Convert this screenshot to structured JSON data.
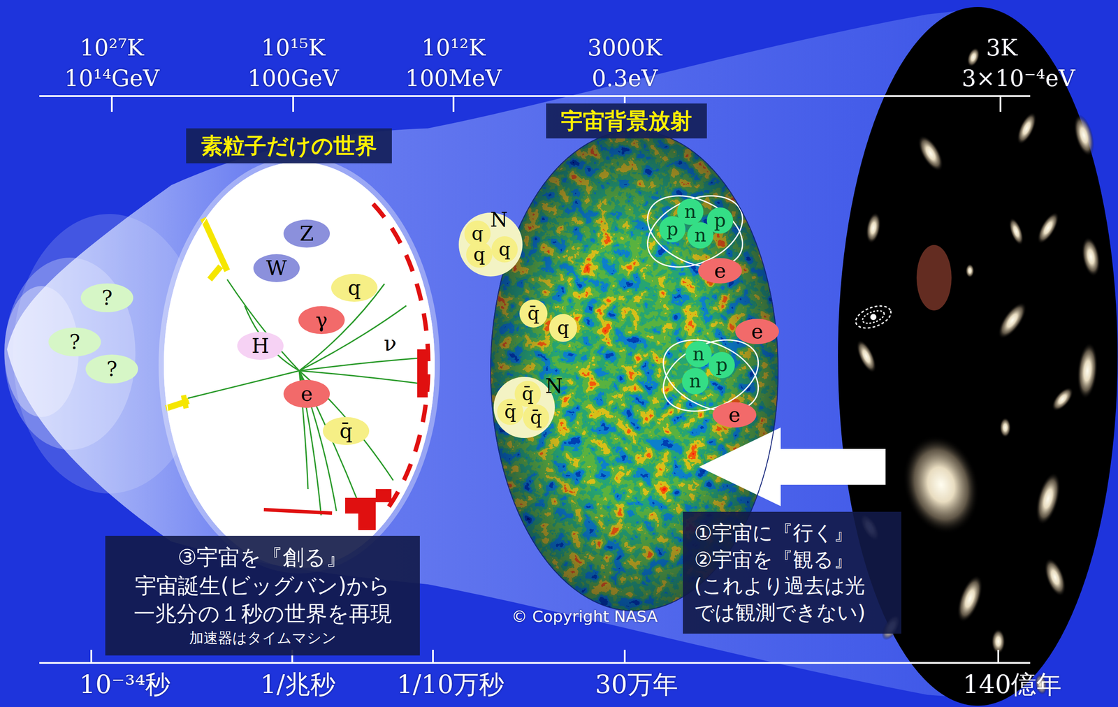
{
  "diagram": {
    "nodes": [
      {
        "text": [
          "?"
        ]
      },
      {
        "text": [
          "?"
        ]
      },
      {
        "text": [
          "?"
        ]
      },
      {
        "text": [
          "素粒子だけの世界"
        ]
      },
      {
        "text": [
          "Z"
        ],
        "in": 3
      },
      {
        "text": [
          "W"
        ],
        "in": 3
      },
      {
        "text": [
          "q"
        ],
        "in": 3
      },
      {
        "text": [
          "γ"
        ],
        "in": 3
      },
      {
        "text": [
          "H"
        ],
        "in": 3
      },
      {
        "text": [
          "e"
        ],
        "in": 3
      },
      {
        "text": [
          "q̄"
        ],
        "in": 3
      },
      {
        "text": [
          "③宇宙を『創る』",
          "宇宙誕生(ビッグバン)から 一兆分の１秒の世界を再現",
          "加速器はタイムマシン"
        ]
      },
      {
        "text": [
          "宇宙背景放射"
        ]
      },
      {
        "text": [
          "N"
        ],
        "in": 12
      },
      {
        "text": [
          "q"
        ],
        "in": 13
      },
      {
        "text": [
          "q"
        ],
        "in": 13
      },
      {
        "text": [
          "q"
        ],
        "in": 13
      },
      {
        "text": [
          "q̄"
        ],
        "in": 12
      },
      {
        "text": [
          "q"
        ],
        "in": 12
      },
      {
        "text": [
          "N"
        ],
        "in": 12
      },
      {
        "text": [
          "q̄"
        ],
        "in": 19
      },
      {
        "text": [
          "q̄"
        ],
        "in": 19
      },
      {
        "text": [
          "q̄"
        ],
        "in": 19
      },
      {
        "text": [
          "n"
        ],
        "in": 12
      },
      {
        "text": [
          "p"
        ],
        "in": 12
      },
      {
        "text": [
          "n"
        ],
        "in": 12
      },
      {
        "text": [
          "p"
        ],
        "in": 12
      },
      {
        "text": [
          "e"
        ],
        "in": 12
      },
      {
        "text": [
          "e"
        ],
        "in": 12
      },
      {
        "text": [
          "n"
        ],
        "in": 12
      },
      {
        "text": [
          "p"
        ],
        "in": 12
      },
      {
        "text": [
          "n"
        ],
        "in": 12
      },
      {
        "text": [
          "e"
        ],
        "in": 12
      },
      {
        "text": [
          "①宇宙に『行く』",
          "②宇宙を『観る』",
          "(これより過去は光 では観測できない)"
        ]
      }
    ],
    "labels": [
      "10²⁷K",
      "10¹⁴GeV",
      "10¹⁵K",
      "100GeV",
      "10¹²K",
      "100MeV",
      "3000K",
      "0.3eV",
      "3K",
      "3×10⁻⁴eV",
      "10⁻³⁴秒",
      "1/兆秒",
      "1/10万秒",
      "30万年",
      "140億年",
      "ν",
      "© Copyright NASA"
    ]
  }
}
